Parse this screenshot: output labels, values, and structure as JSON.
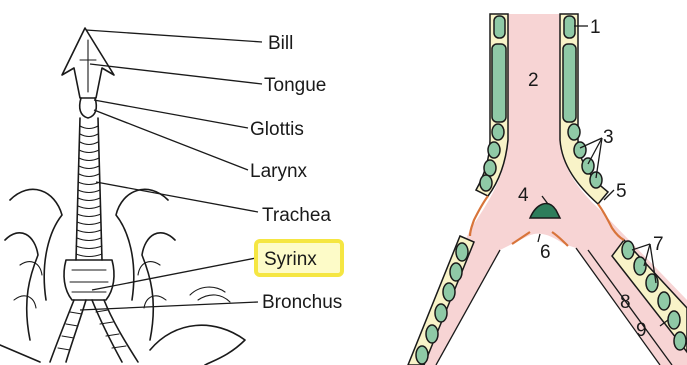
{
  "left_panel": {
    "labels": [
      {
        "key": "bill",
        "text": "Bill"
      },
      {
        "key": "tongue",
        "text": "Tongue"
      },
      {
        "key": "glottis",
        "text": "Glottis"
      },
      {
        "key": "larynx",
        "text": "Larynx"
      },
      {
        "key": "trachea",
        "text": "Trachea"
      },
      {
        "key": "syrinx",
        "text": "Syrinx",
        "highlighted": true
      },
      {
        "key": "bronchus",
        "text": "Bronchus"
      }
    ],
    "highlight_color": "#f5e642",
    "highlight_fill": "#fdfbc8"
  },
  "right_panel": {
    "numbers": [
      "1",
      "2",
      "3",
      "4",
      "5",
      "6",
      "7",
      "8",
      "9"
    ],
    "colors": {
      "lumen": "#f7d4d4",
      "wall": "#f8f3c8",
      "cartilage": "#8fc9a6",
      "membrane": "#d8743a",
      "outline": "#1a1a1a"
    }
  }
}
